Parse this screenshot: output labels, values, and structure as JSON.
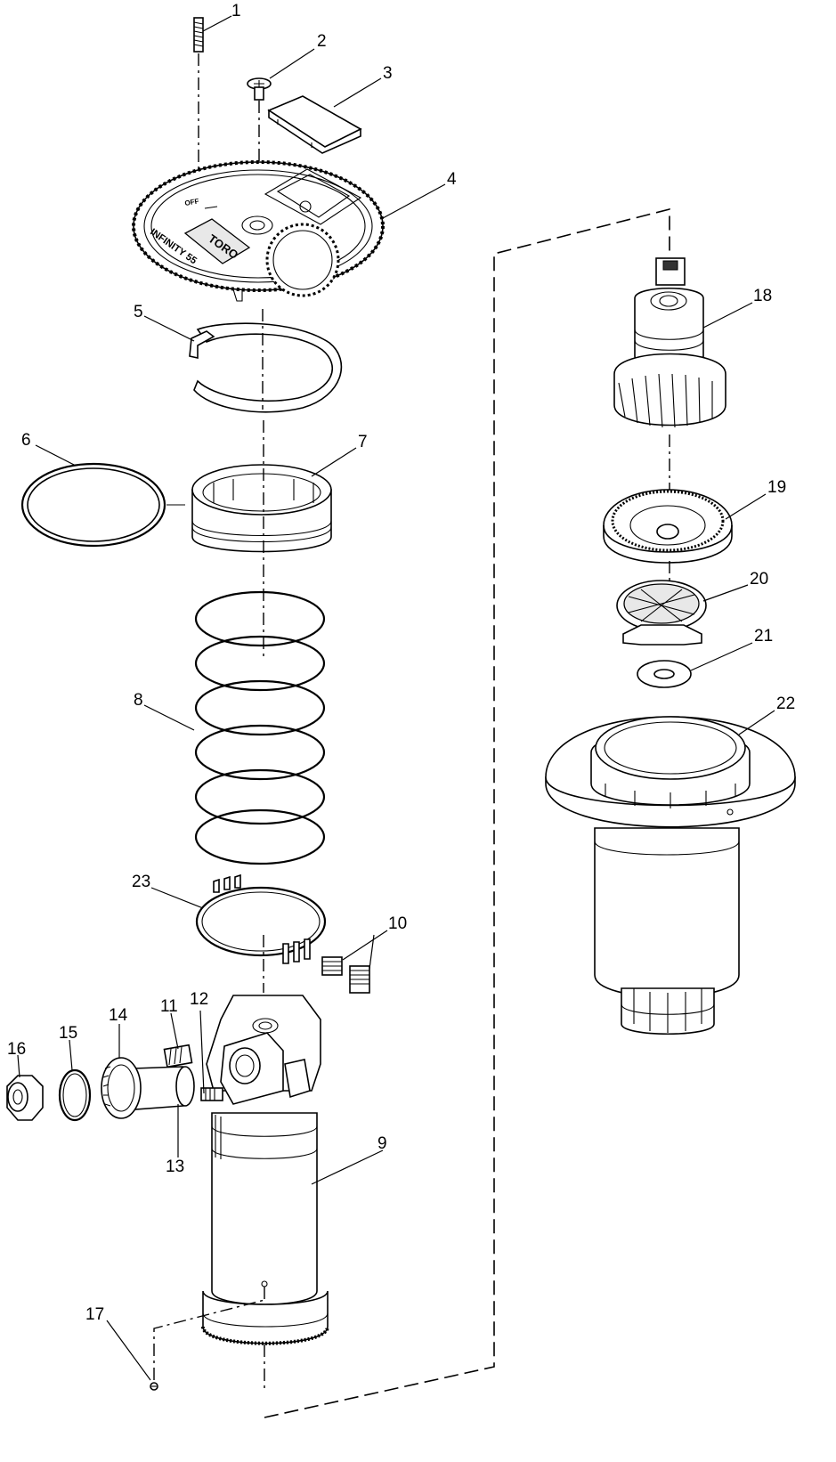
{
  "diagram": {
    "callouts": [
      {
        "id": "1",
        "text": "1"
      },
      {
        "id": "2",
        "text": "2"
      },
      {
        "id": "3",
        "text": "3"
      },
      {
        "id": "4",
        "text": "4"
      },
      {
        "id": "5",
        "text": "5"
      },
      {
        "id": "6",
        "text": "6"
      },
      {
        "id": "7",
        "text": "7"
      },
      {
        "id": "8",
        "text": "8"
      },
      {
        "id": "9",
        "text": "9"
      },
      {
        "id": "10",
        "text": "10"
      },
      {
        "id": "11",
        "text": "11"
      },
      {
        "id": "12",
        "text": "12"
      },
      {
        "id": "13",
        "text": "13"
      },
      {
        "id": "14",
        "text": "14"
      },
      {
        "id": "15",
        "text": "15"
      },
      {
        "id": "16",
        "text": "16"
      },
      {
        "id": "17",
        "text": "17"
      },
      {
        "id": "18",
        "text": "18"
      },
      {
        "id": "19",
        "text": "19"
      },
      {
        "id": "20",
        "text": "20"
      },
      {
        "id": "21",
        "text": "21"
      },
      {
        "id": "22",
        "text": "22"
      },
      {
        "id": "23",
        "text": "23"
      }
    ],
    "cover_brand": "TORO",
    "cover_model": "INFINITY 55",
    "cover_arrow_text": "OFF"
  }
}
